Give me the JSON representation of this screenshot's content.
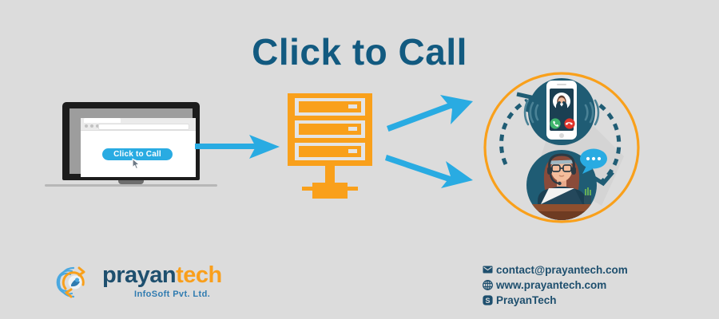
{
  "page": {
    "background_color": "#dcdcdc",
    "title": "Click to Call",
    "title_color": "#125a80"
  },
  "laptop": {
    "name": "laptop-illustration",
    "button_label": "Click to Call",
    "button_color": "#29abe2",
    "cursor_icon": "mouse-pointer-icon"
  },
  "server": {
    "name": "server-rack-illustration",
    "color": "#f9a01b",
    "bay_count": 3
  },
  "arrows": {
    "color": "#29abe2",
    "laptop_to_server": "arrow-right",
    "server_to_top": "arrow-up-right",
    "server_to_bottom": "arrow-down-right"
  },
  "circle_scene": {
    "name": "call-flow-circle",
    "ring_color": "#f9a01b",
    "dashed_arc_color": "#1f5c74",
    "phone": {
      "label": "incoming-call-phone",
      "accept_color": "#3fb56d",
      "decline_color": "#e0342b"
    },
    "agent": {
      "label": "call-center-agent",
      "bubble_color": "#29abe2"
    }
  },
  "logo": {
    "name_part1": "prayan",
    "name_part2": "tech",
    "tagline": "InfoSoft Pvt. Ltd.",
    "color_part1": "#1e4f6e",
    "color_part2": "#f99f1c",
    "tagline_color": "#2f7bb0"
  },
  "contact": {
    "items": [
      {
        "icon": "envelope-icon",
        "text": "contact@prayantech.com"
      },
      {
        "icon": "globe-icon",
        "text": "www.prayantech.com"
      },
      {
        "icon": "skype-icon",
        "text": "PrayanTech"
      }
    ],
    "color": "#1e4f6e"
  }
}
